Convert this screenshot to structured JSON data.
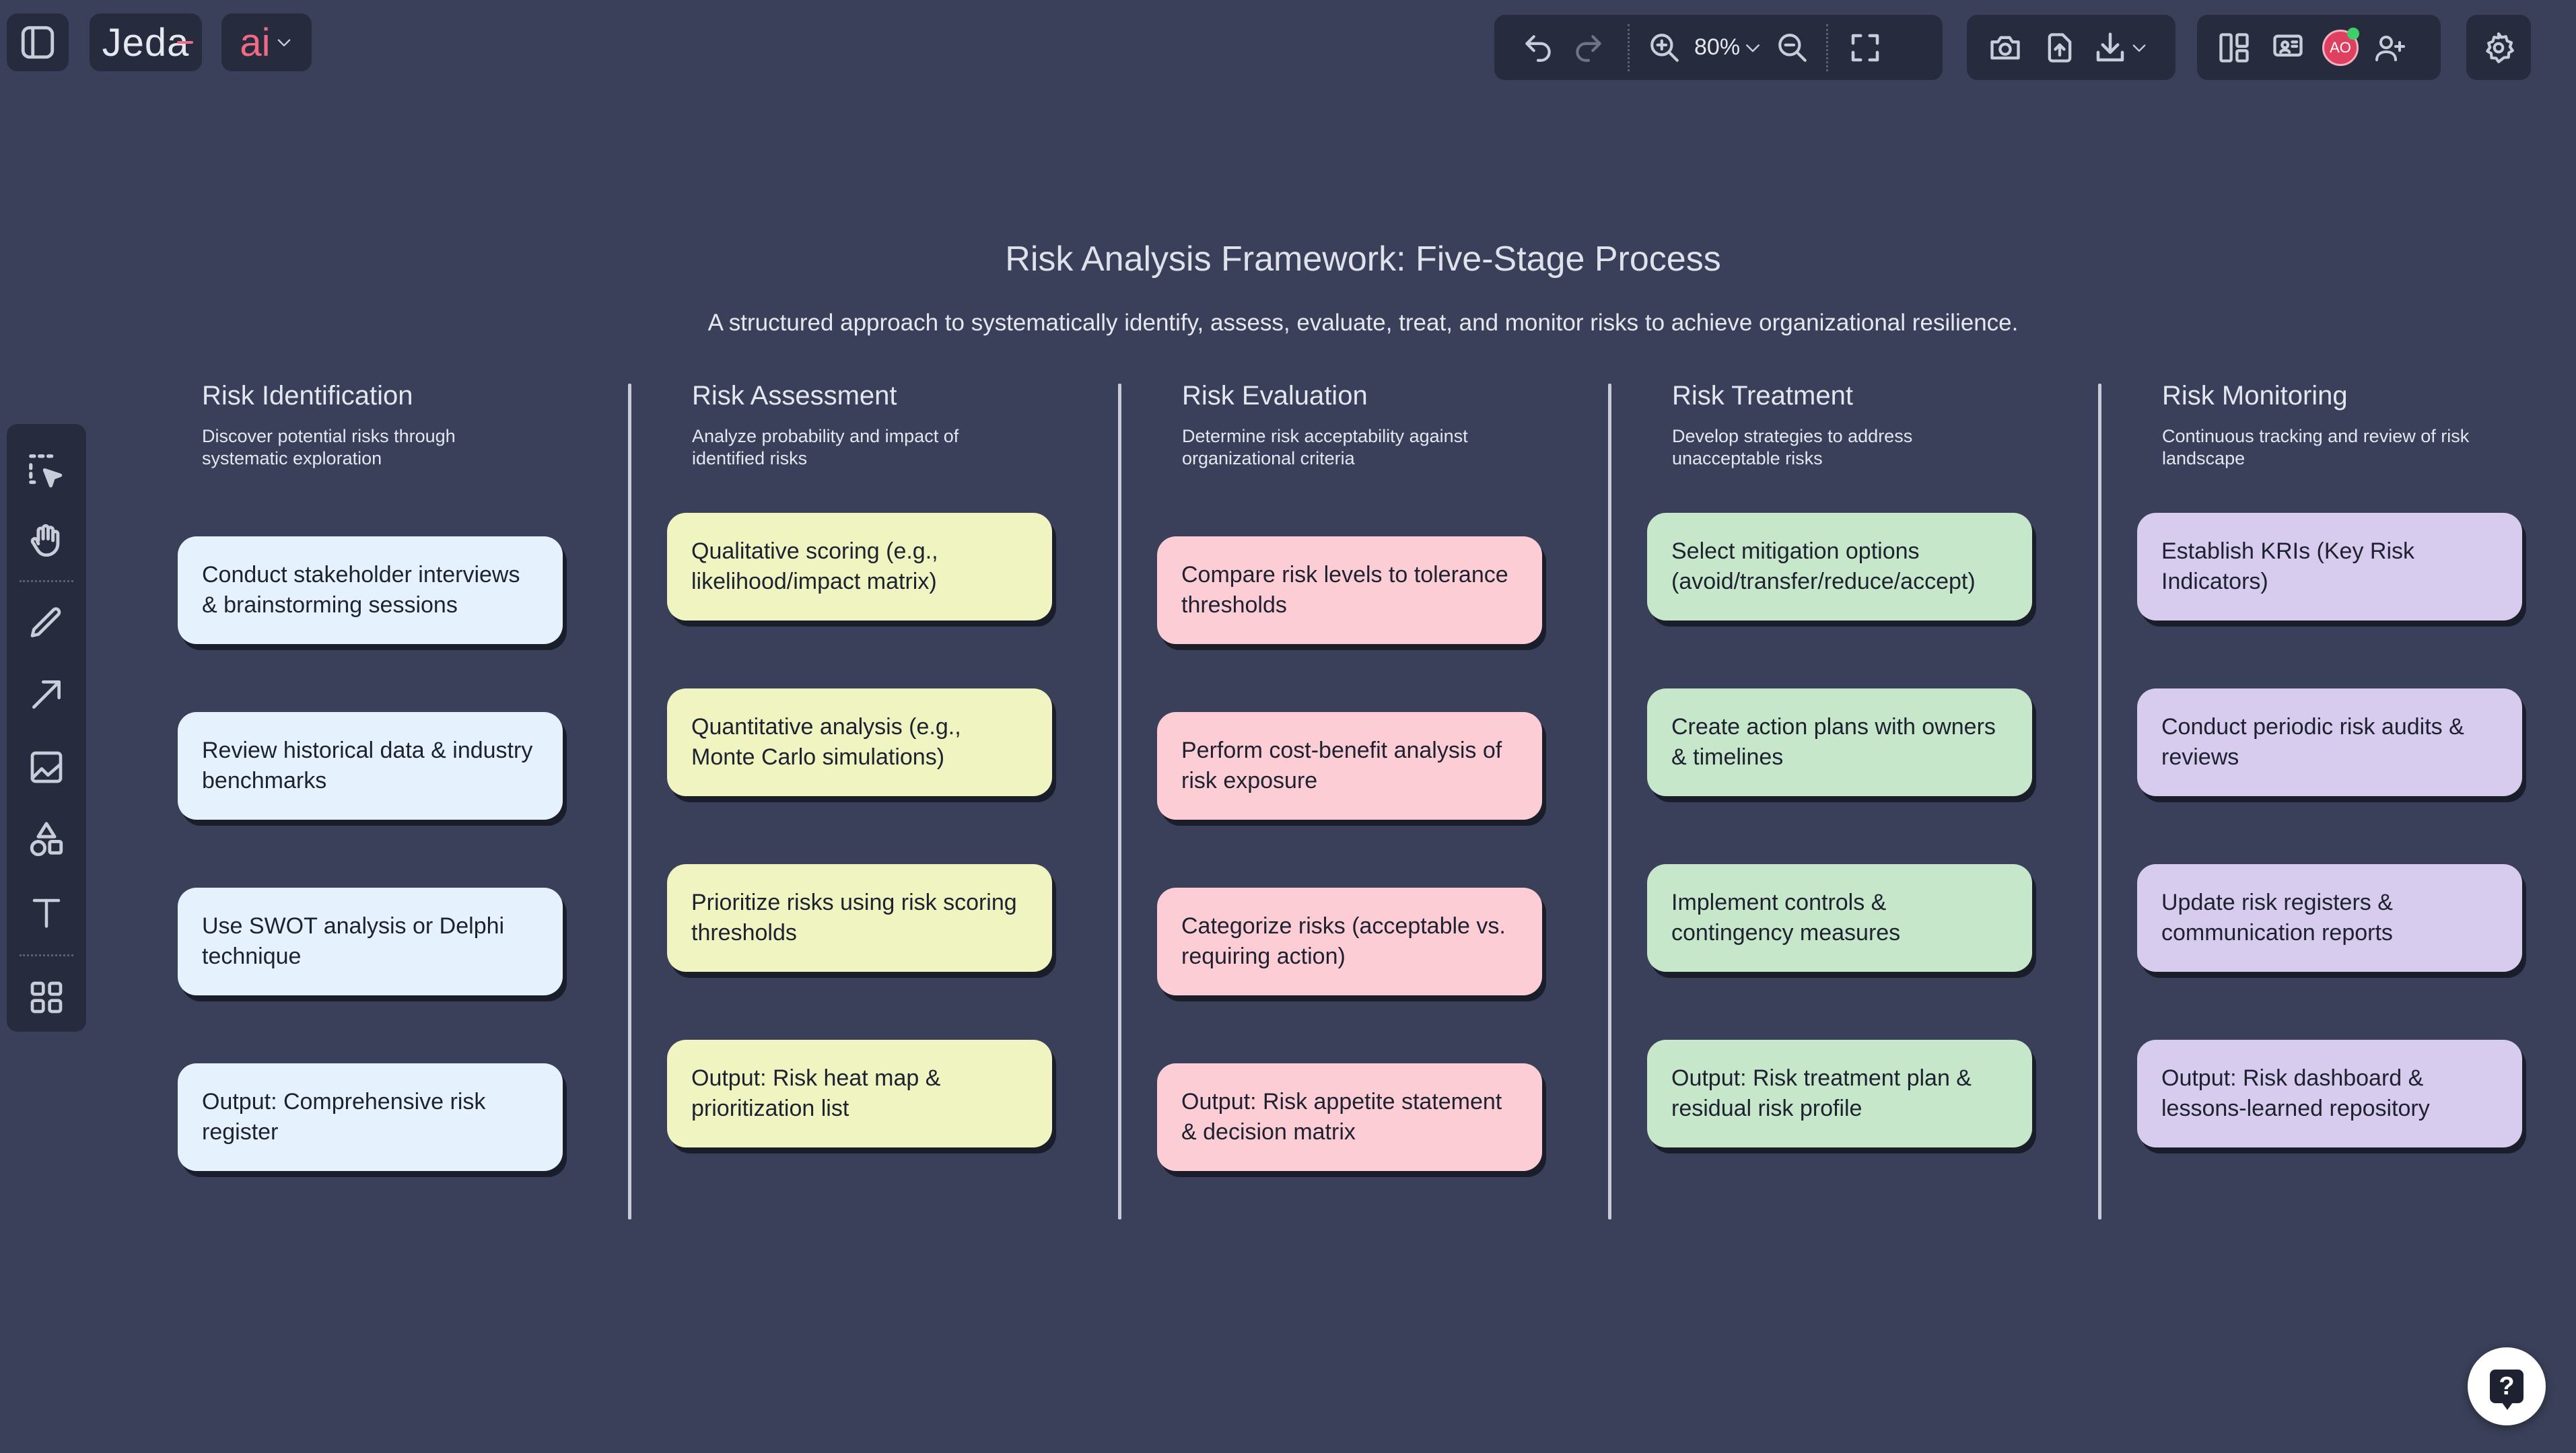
{
  "app": {
    "logo_text": "Jeda",
    "ai_label": "ai",
    "zoom": "80%",
    "avatar_initials": "AO"
  },
  "icons": {
    "left": [
      "select-icon",
      "hand-icon",
      "pencil-icon",
      "arrow-icon",
      "image-icon",
      "shapes-icon",
      "text-icon",
      "grid-icon"
    ],
    "top": [
      "sidebar-toggle-icon",
      "undo-icon",
      "redo-icon",
      "zoom-in-icon",
      "zoom-out-icon",
      "fit-screen-icon",
      "camera-icon",
      "share-icon",
      "download-icon",
      "layout-icon",
      "present-icon",
      "add-user-icon",
      "gear-icon",
      "help-icon"
    ]
  },
  "colors": {
    "background": "#3a4059",
    "toolbar": "#262b3d",
    "identification": "#e5f1fc",
    "assessment": "#eff4c0",
    "evaluation": "#fccdd4",
    "treatment": "#c7e7cb",
    "monitoring": "#d7cbee",
    "logo_accent": "#f06a86",
    "avatar": "#e0405f",
    "online_dot": "#3ccf6a"
  },
  "board": {
    "title": "Risk Analysis Framework: Five-Stage Process",
    "subtitle": "A structured approach to systematically identify, assess, evaluate, treat, and monitor risks to achieve organizational resilience.",
    "columns": [
      {
        "heading": "Risk Identification",
        "description": "Discover potential risks through systematic exploration",
        "cards": [
          "Conduct stakeholder interviews & brainstorming sessions",
          "Review historical data & industry benchmarks",
          "Use SWOT analysis or Delphi technique",
          "Output: Comprehensive risk register"
        ]
      },
      {
        "heading": "Risk Assessment",
        "description": "Analyze probability and impact of identified risks",
        "cards": [
          "Qualitative scoring (e.g., likelihood/impact matrix)",
          "Quantitative analysis (e.g., Monte Carlo simulations)",
          "Prioritize risks using risk scoring thresholds",
          "Output: Risk heat map & prioritization list"
        ]
      },
      {
        "heading": "Risk Evaluation",
        "description": "Determine risk acceptability against organizational criteria",
        "cards": [
          "Compare risk levels to tolerance thresholds",
          "Perform cost-benefit analysis of risk exposure",
          "Categorize risks (acceptable vs. requiring action)",
          "Output: Risk appetite statement & decision matrix"
        ]
      },
      {
        "heading": "Risk Treatment",
        "description": "Develop strategies to address unacceptable risks",
        "cards": [
          "Select mitigation options (avoid/transfer/reduce/accept)",
          "Create action plans with owners & timelines",
          "Implement controls & contingency measures",
          "Output: Risk treatment plan & residual risk profile"
        ]
      },
      {
        "heading": "Risk Monitoring",
        "description": "Continuous tracking and review of risk landscape",
        "cards": [
          "Establish KRIs (Key Risk Indicators)",
          "Conduct periodic risk audits & reviews",
          "Update risk registers & communication reports",
          "Output: Risk dashboard & lessons-learned repository"
        ]
      }
    ]
  }
}
